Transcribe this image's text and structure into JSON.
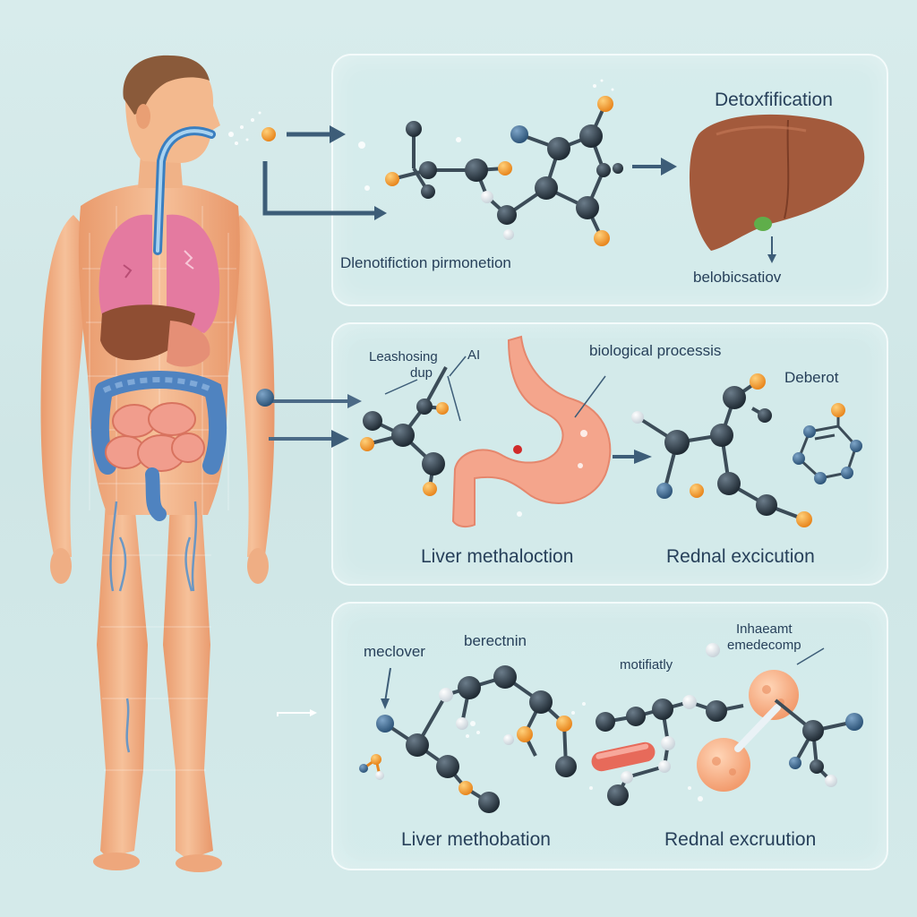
{
  "colors": {
    "background": "#d2e8e8",
    "skin": "#f2b68a",
    "lung": "#e9799c",
    "liver": "#9b5a3c",
    "colon": "#4f83c0",
    "intestine": "#f0a38f",
    "atom_dark": "#2c3b48",
    "atom_orange": "#f39a2e",
    "arrow": "#3d5d78"
  },
  "icons": [
    "human-body-icon",
    "lungs-icon",
    "liver-organ-icon",
    "stomach-icon",
    "molecule-icon",
    "arrow-icon"
  ],
  "panel1": {
    "title": "Detoxfification",
    "caption_left": "Dlenotifiction pirmonetion",
    "caption_right": "belobicsatiov"
  },
  "panel2": {
    "label_top_left": "Leashosing",
    "label_top_left2": "dup",
    "label_ai": "AI",
    "label_center": "biological processis",
    "label_right": "Deberot",
    "caption_left": "Liver methaloction",
    "caption_right": "Rednal excicution"
  },
  "panel3": {
    "label_left": "meclover",
    "label_top": "berectnin",
    "label_mid": "motifiatly",
    "label_right1": "Inhaeamt",
    "label_right2": "emedecomp",
    "caption_left": "Liver methobation",
    "caption_right": "Rednal excruution"
  }
}
